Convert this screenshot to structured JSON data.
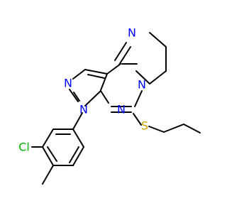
{
  "molecule": {
    "atoms": [
      {
        "id": "N_ring1",
        "label": "N",
        "color": "#0000ff"
      },
      {
        "id": "N_ring2",
        "label": "N",
        "color": "#0000ff"
      },
      {
        "id": "N_pz1",
        "label": "N",
        "color": "#0000ff"
      },
      {
        "id": "N_pz2",
        "label": "N",
        "color": "#0000ff"
      },
      {
        "id": "N_pm",
        "label": "N",
        "color": "#0000ff"
      },
      {
        "id": "S",
        "label": "S",
        "color": "#c8a000"
      },
      {
        "id": "Cl",
        "label": "Cl",
        "color": "#00b400"
      }
    ]
  }
}
